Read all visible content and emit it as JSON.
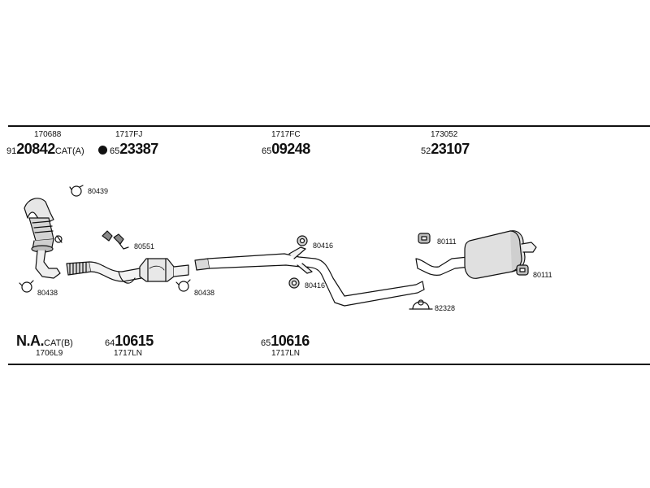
{
  "top_labels": [
    {
      "ref": "170688",
      "prefix": "91",
      "bold": "20842",
      "suffix": "CAT(A)"
    },
    {
      "ref": "1717FJ",
      "prefix": "65",
      "bold": "23387",
      "suffix": ""
    },
    {
      "ref": "1717FC",
      "prefix": "65",
      "bold": "09248",
      "suffix": ""
    },
    {
      "ref": "173052",
      "prefix": "52",
      "bold": "23107",
      "suffix": ""
    }
  ],
  "bottom_labels": [
    {
      "bold": "N.A.",
      "suffix": "CAT(B)",
      "ref": "1706L9"
    },
    {
      "prefix": "64",
      "bold": "10615",
      "ref": "1717LN"
    },
    {
      "prefix": "65",
      "bold": "10616",
      "ref": "1717LN"
    }
  ],
  "fittings": {
    "clamp_80439": "80439",
    "clamp_80438_left": "80438",
    "clamp_80438_mid": "80438",
    "bracket_80551": "80551",
    "rubber_80416_upper": "80416",
    "rubber_80416_lower": "80416",
    "rubber_80111_left": "80111",
    "rubber_80111_right": "80111",
    "clamp_82328": "82328"
  }
}
